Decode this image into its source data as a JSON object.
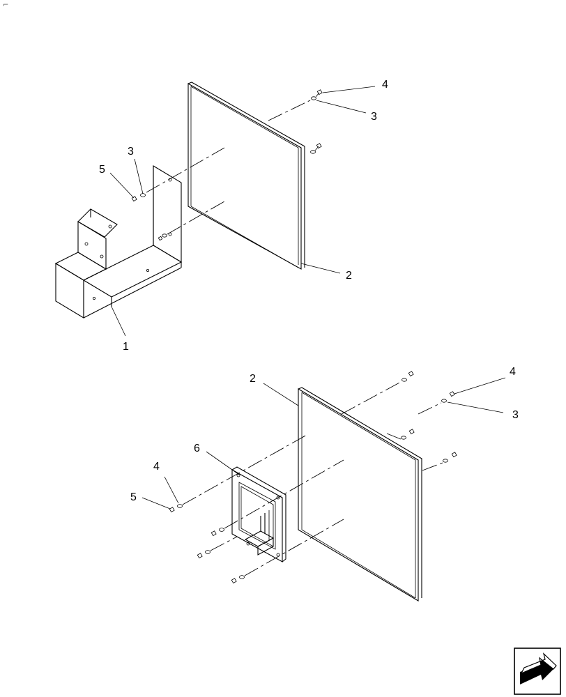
{
  "corner_mark": "⌐",
  "labels": {
    "top_4": "4",
    "top_3": "3",
    "top_3_left": "3",
    "top_5": "5",
    "top_1": "1",
    "top_2": "2",
    "bottom_2": "2",
    "bottom_4": "4",
    "bottom_3": "3",
    "bottom_6": "6",
    "bottom_4_left": "4",
    "bottom_5": "5"
  },
  "nav_icon": "next-page-arrow-icon"
}
